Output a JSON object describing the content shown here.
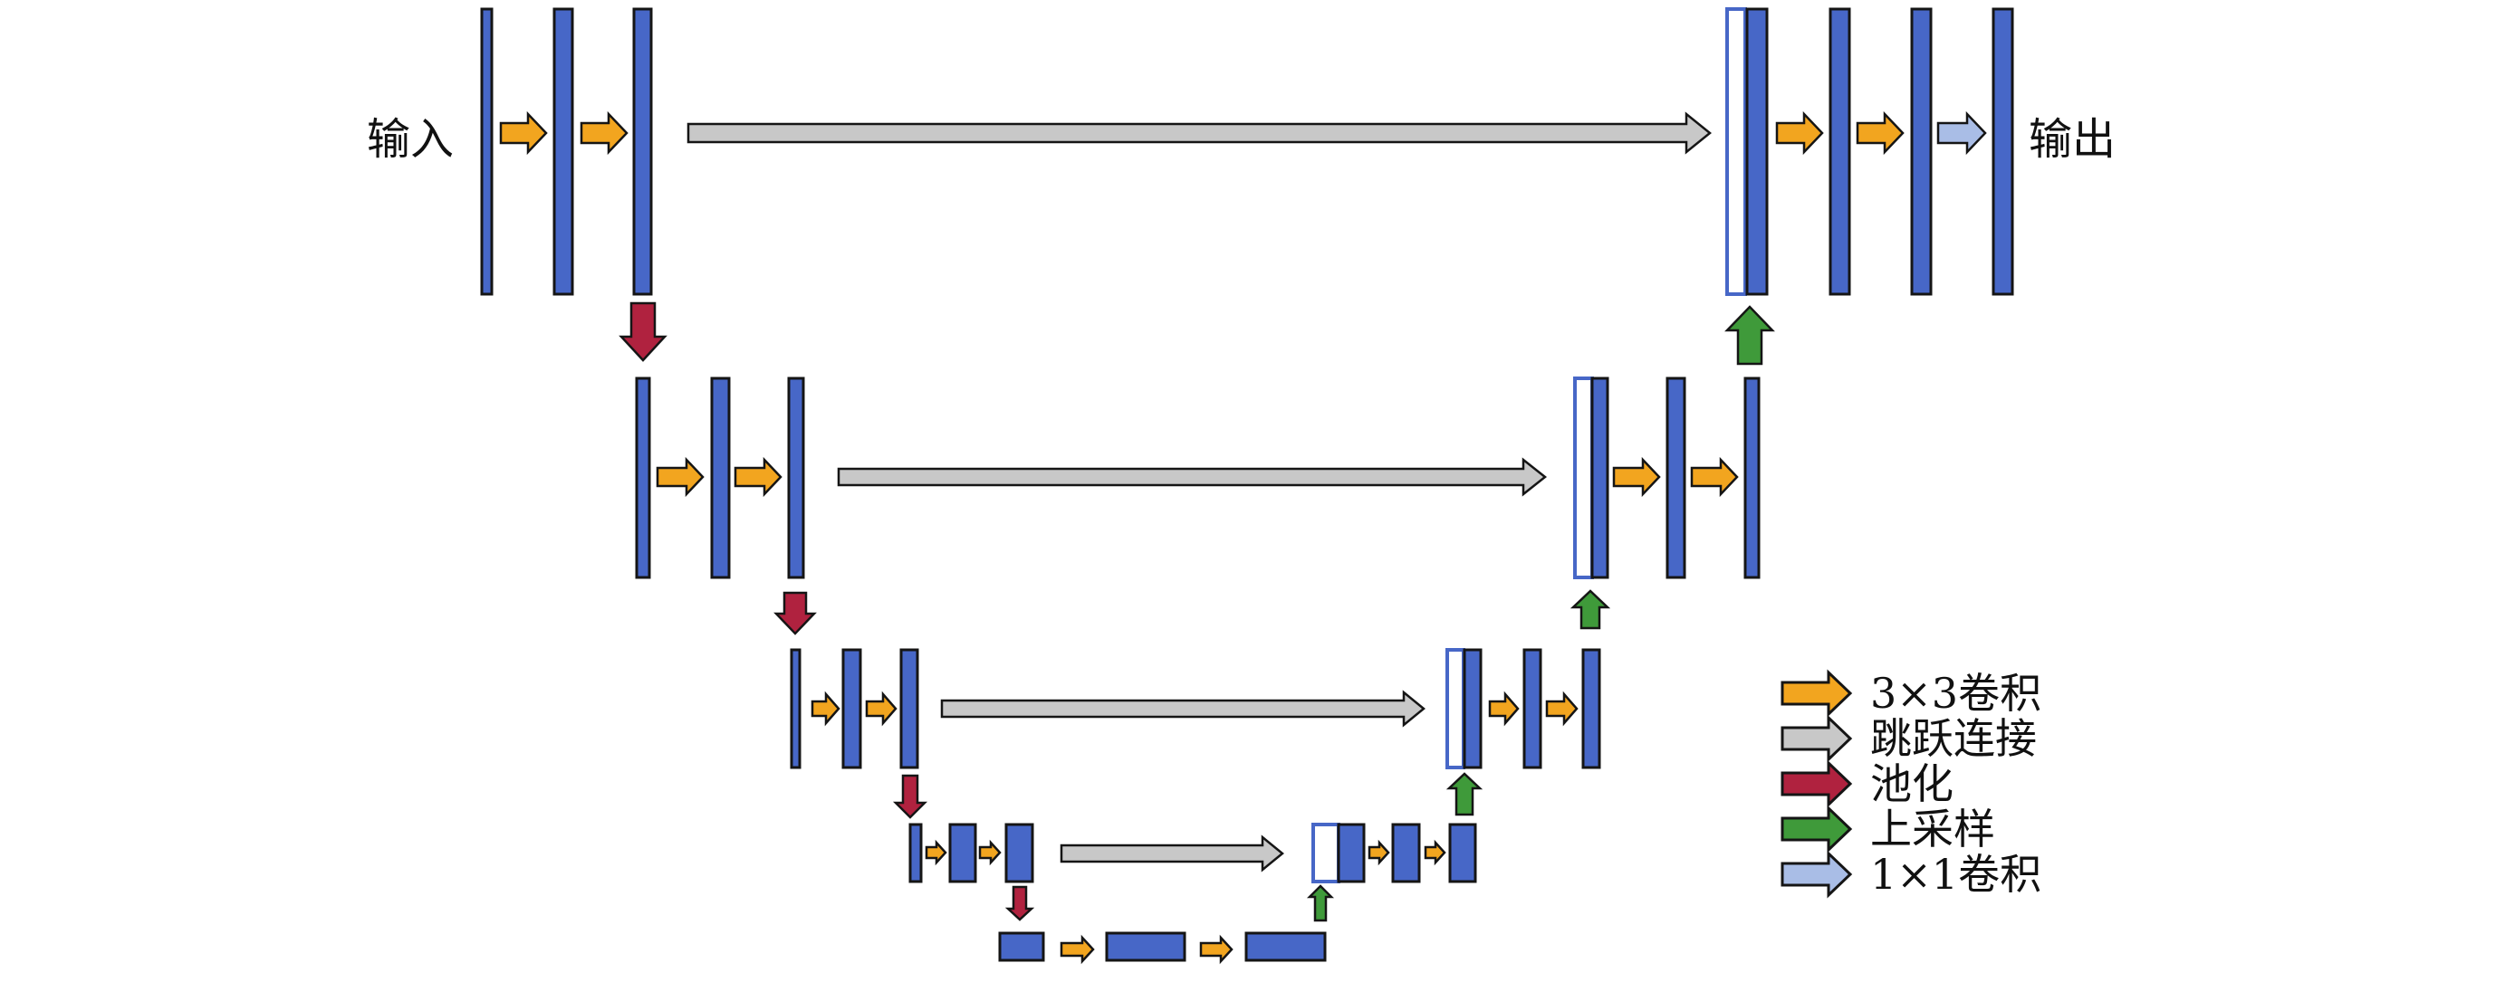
{
  "labels": {
    "input": "输入",
    "output": "输出"
  },
  "legend": [
    {
      "arrow": "conv3x3",
      "label": "3×3卷积"
    },
    {
      "arrow": "skip",
      "label": "跳跃连接"
    },
    {
      "arrow": "pool",
      "label": "池化"
    },
    {
      "arrow": "upsample",
      "label": "上采样"
    },
    {
      "arrow": "conv1x1",
      "label": "1×1卷积"
    }
  ],
  "colors": {
    "block_fill": "#4767c7",
    "block_stroke": "#151515",
    "concat_stroke": "#4767c7",
    "conv3x3": "#f2a51f",
    "skip": "#c8c8c8",
    "pool": "#b0223f",
    "upsample": "#3f9a3a",
    "conv1x1": "#a9bde6",
    "arrow_stroke": "#151515"
  }
}
